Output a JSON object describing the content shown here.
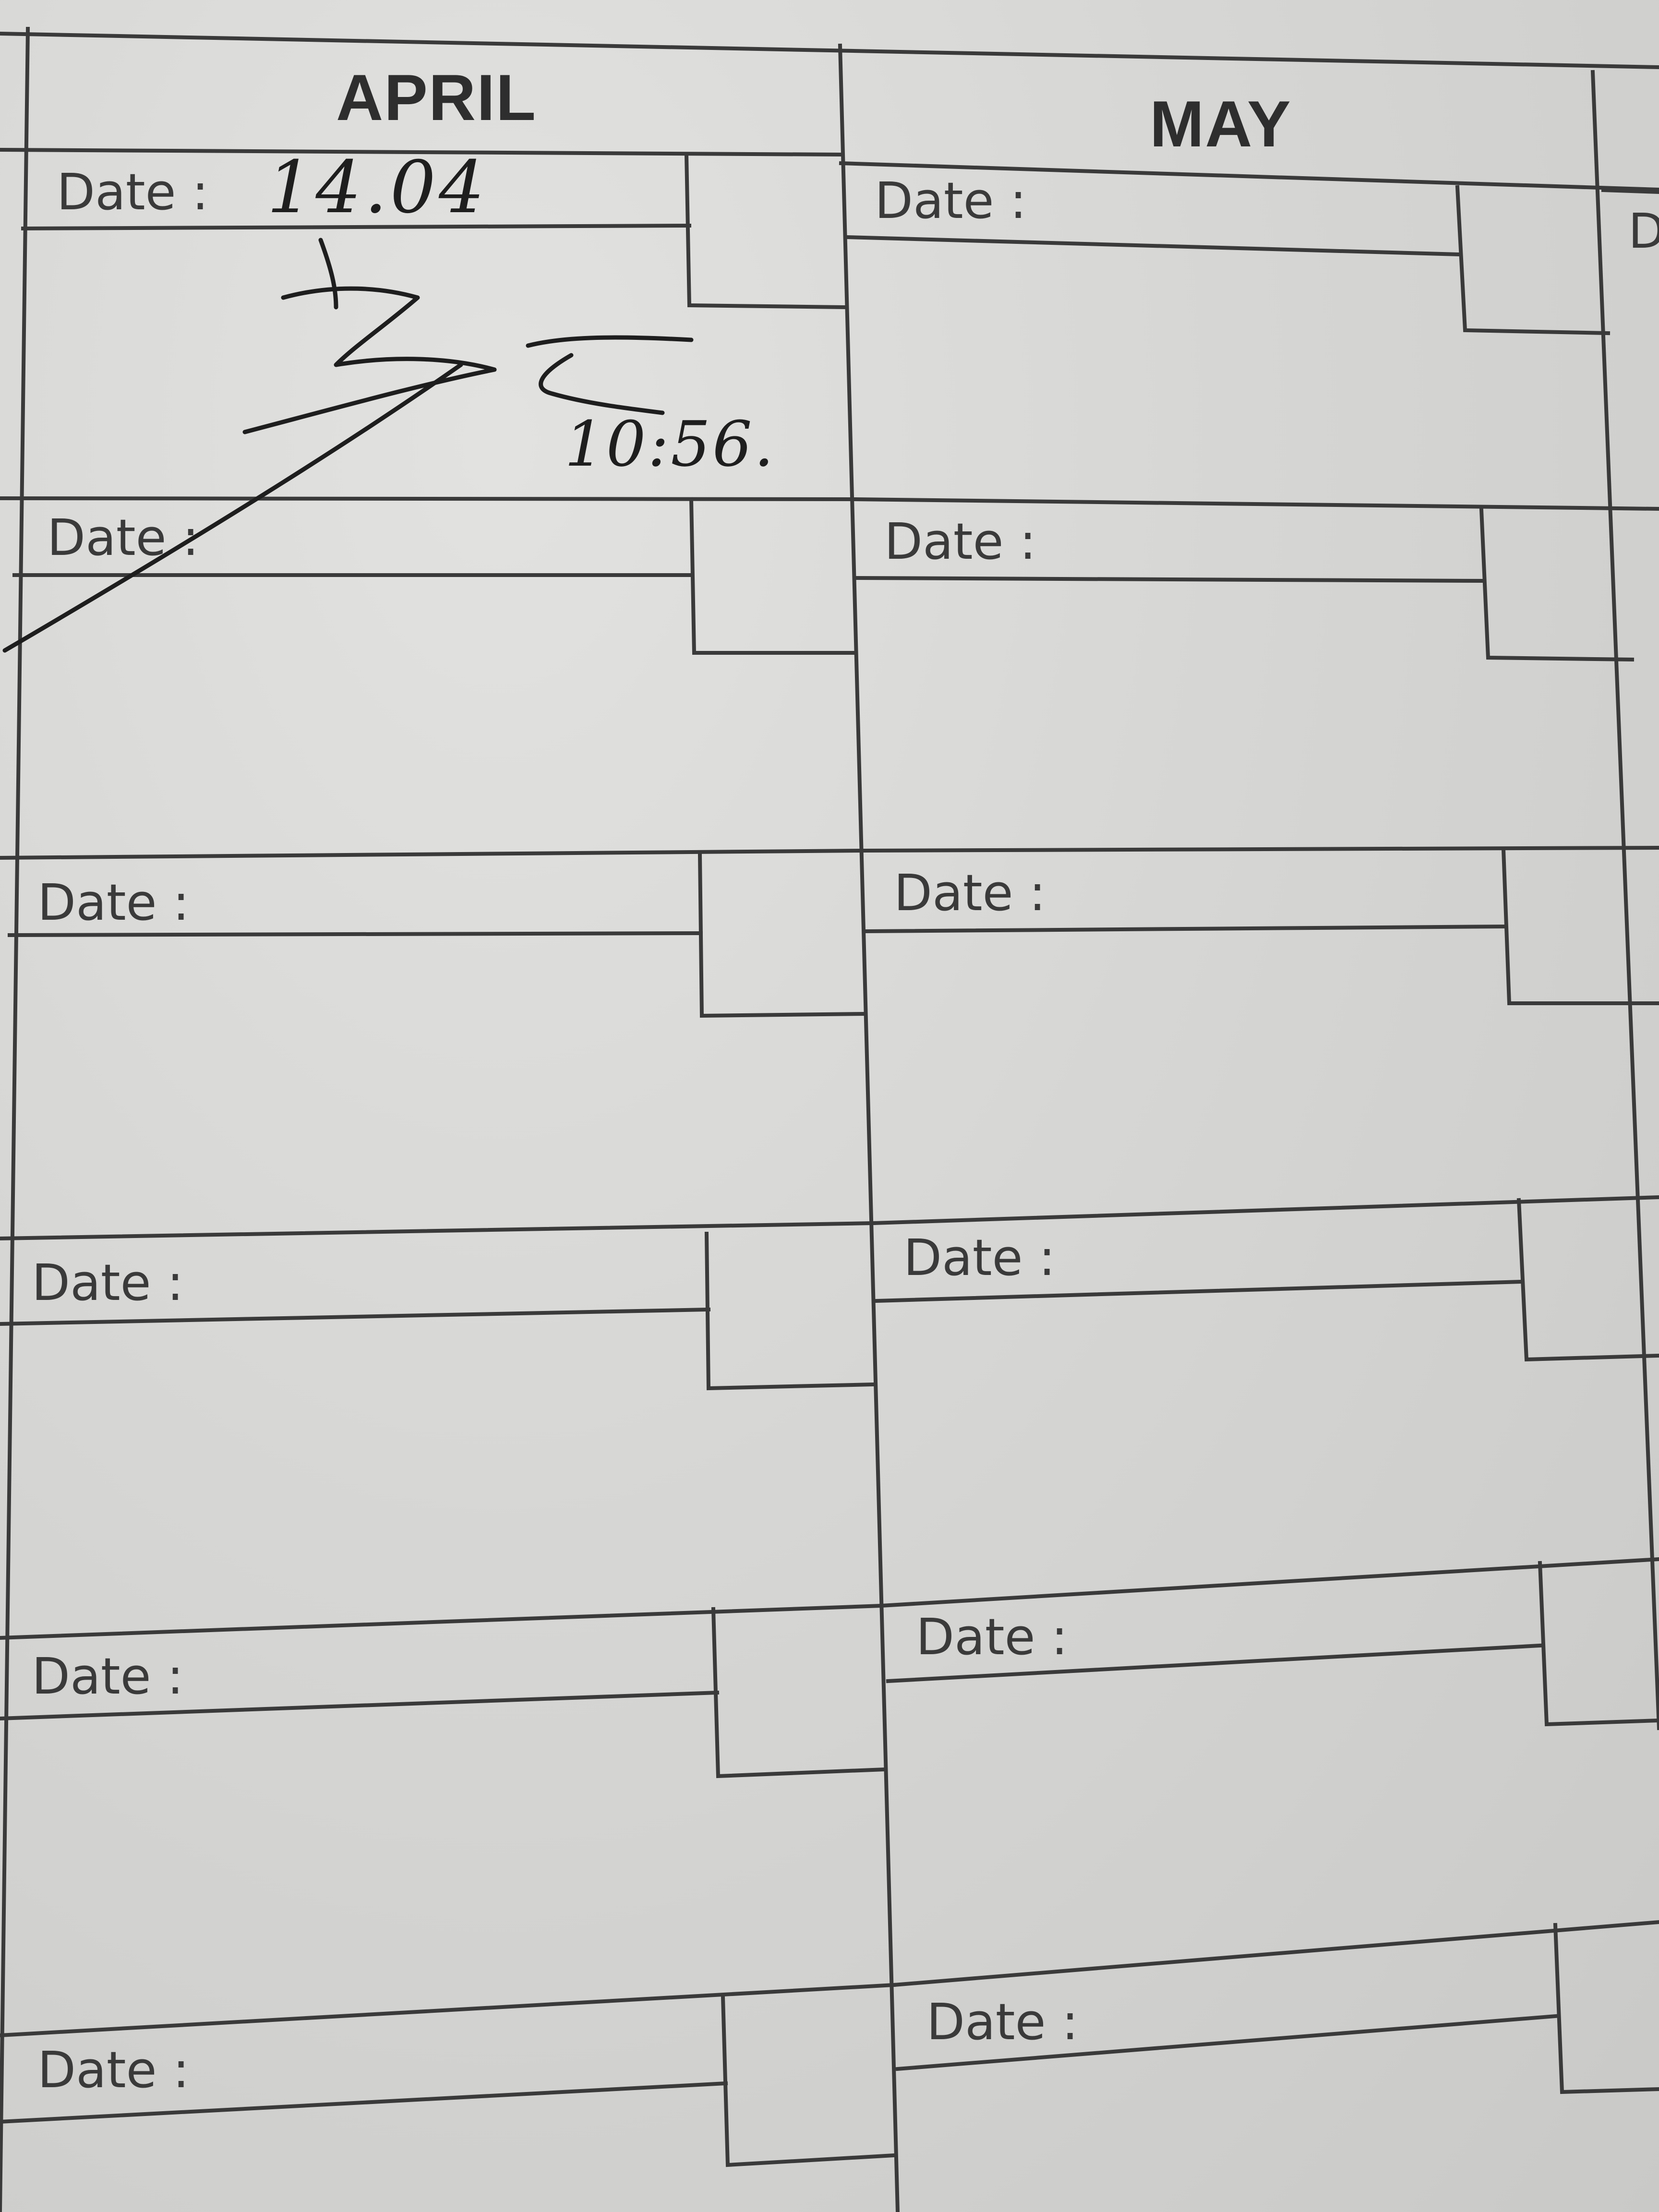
{
  "planner": {
    "months": [
      "APRIL",
      "MAY"
    ],
    "field_label": "Date :",
    "partial_next_column_label": "D",
    "colors": {
      "paper": "#d6d6d4",
      "grid_line": "#3a3a3a",
      "ink": "#1e1e1e"
    },
    "april_entries": [
      {
        "label": "Date :",
        "handwritten_date": "14.04",
        "handwritten_time": "10:56.",
        "has_signature": true
      },
      {
        "label": "Date :"
      },
      {
        "label": "Date :"
      },
      {
        "label": "Date :"
      },
      {
        "label": "Date :"
      },
      {
        "label": "Date :"
      }
    ],
    "may_entries": [
      {
        "label": "Date :"
      },
      {
        "label": "Date :"
      },
      {
        "label": "Date :"
      },
      {
        "label": "Date :"
      },
      {
        "label": "Date :"
      },
      {
        "label": "Date :"
      }
    ]
  }
}
